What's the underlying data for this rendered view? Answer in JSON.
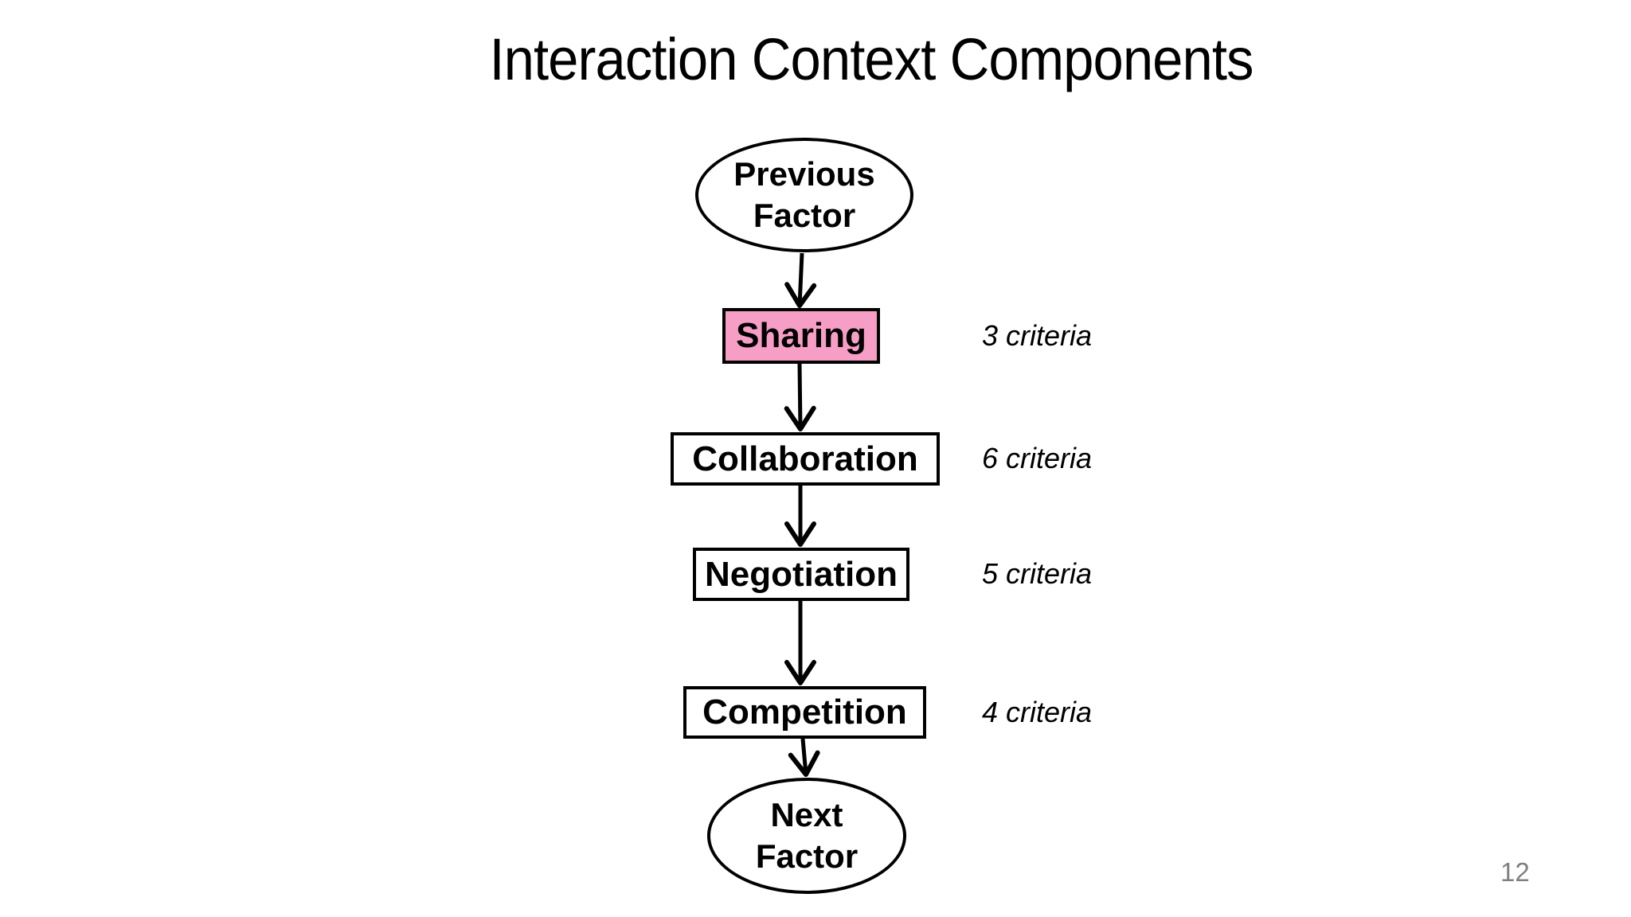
{
  "slide": {
    "title": "Interaction Context Components",
    "page_number": "12",
    "colors": {
      "background": "#ffffff",
      "shape_stroke": "#000000",
      "highlight_pink": "#f79ec7",
      "page_number_gray": "#7f7f7f"
    }
  },
  "flowchart": {
    "nodes": [
      {
        "id": "previous-factor",
        "type": "ellipse",
        "label": "Previous\nFactor"
      },
      {
        "id": "sharing",
        "type": "box",
        "label": "Sharing",
        "highlighted": true,
        "criteria": "3 criteria"
      },
      {
        "id": "collaboration",
        "type": "box",
        "label": "Collaboration",
        "highlighted": false,
        "criteria": "6 criteria"
      },
      {
        "id": "negotiation",
        "type": "box",
        "label": "Negotiation",
        "highlighted": false,
        "criteria": "5 criteria"
      },
      {
        "id": "competition",
        "type": "box",
        "label": "Competition",
        "highlighted": false,
        "criteria": "4 criteria"
      },
      {
        "id": "next-factor",
        "type": "ellipse",
        "label": "Next\nFactor"
      }
    ]
  }
}
